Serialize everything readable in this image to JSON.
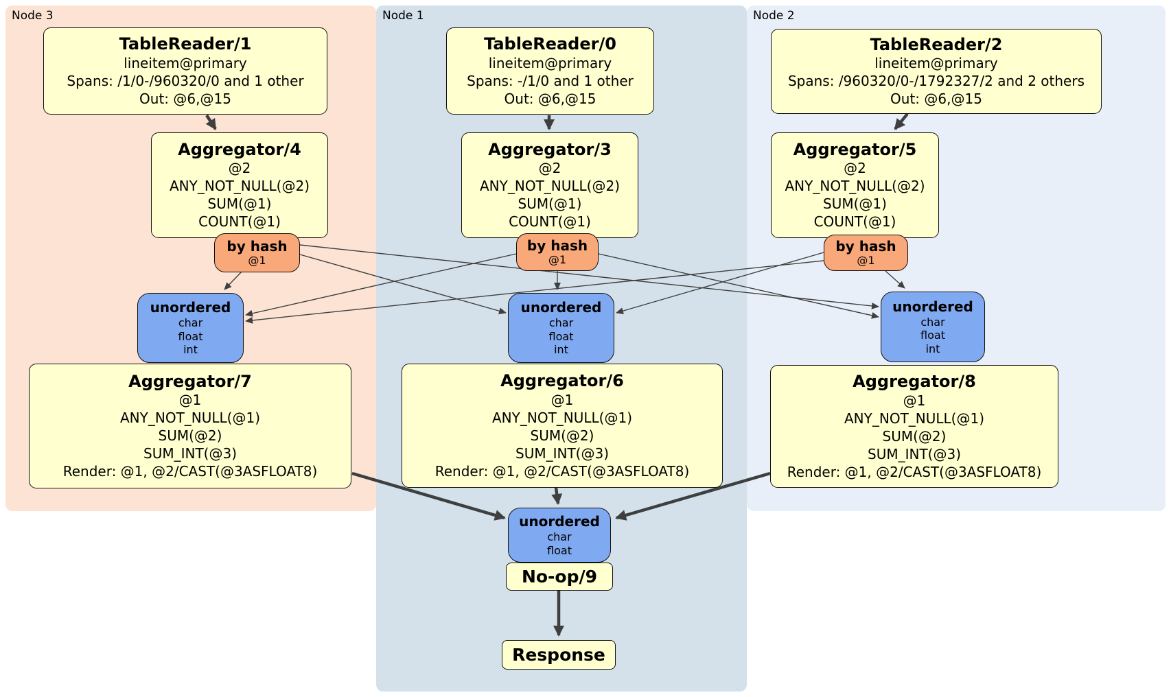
{
  "diagram_type": "distsql-physical-plan",
  "regions": [
    {
      "id": "node3",
      "label": "Node 3"
    },
    {
      "id": "node1",
      "label": "Node 1"
    },
    {
      "id": "node2",
      "label": "Node 2"
    }
  ],
  "nodes": {
    "tr1": {
      "title": "TableReader/1",
      "lines": [
        "lineitem@primary",
        "Spans: /1/0-/960320/0 and 1 other",
        "Out: @6,@15"
      ]
    },
    "tr0": {
      "title": "TableReader/0",
      "lines": [
        "lineitem@primary",
        "Spans: -/1/0 and 1 other",
        "Out: @6,@15"
      ]
    },
    "tr2": {
      "title": "TableReader/2",
      "lines": [
        "lineitem@primary",
        "Spans: /960320/0-/1792327/2 and 2 others",
        "Out: @6,@15"
      ]
    },
    "agg4": {
      "title": "Aggregator/4",
      "lines": [
        "@2",
        "ANY_NOT_NULL(@2)",
        "SUM(@1)",
        "COUNT(@1)"
      ]
    },
    "agg3": {
      "title": "Aggregator/3",
      "lines": [
        "@2",
        "ANY_NOT_NULL(@2)",
        "SUM(@1)",
        "COUNT(@1)"
      ]
    },
    "agg5": {
      "title": "Aggregator/5",
      "lines": [
        "@2",
        "ANY_NOT_NULL(@2)",
        "SUM(@1)",
        "COUNT(@1)"
      ]
    },
    "agg7": {
      "title": "Aggregator/7",
      "lines": [
        "@1",
        "ANY_NOT_NULL(@1)",
        "SUM(@2)",
        "SUM_INT(@3)",
        "Render: @1, @2/CAST(@3ASFLOAT8)"
      ]
    },
    "agg6": {
      "title": "Aggregator/6",
      "lines": [
        "@1",
        "ANY_NOT_NULL(@1)",
        "SUM(@2)",
        "SUM_INT(@3)",
        "Render: @1, @2/CAST(@3ASFLOAT8)"
      ]
    },
    "agg8": {
      "title": "Aggregator/8",
      "lines": [
        "@1",
        "ANY_NOT_NULL(@1)",
        "SUM(@2)",
        "SUM_INT(@3)",
        "Render: @1, @2/CAST(@3ASFLOAT8)"
      ]
    },
    "byhash3": {
      "title": "by hash",
      "sub": "@1"
    },
    "byhash1": {
      "title": "by hash",
      "sub": "@1"
    },
    "byhash2": {
      "title": "by hash",
      "sub": "@1"
    },
    "sync3": {
      "title": "unordered",
      "items": [
        "char",
        "float",
        "int"
      ]
    },
    "sync1": {
      "title": "unordered",
      "items": [
        "char",
        "float",
        "int"
      ]
    },
    "sync2": {
      "title": "unordered",
      "items": [
        "char",
        "float",
        "int"
      ]
    },
    "syncFinal": {
      "title": "unordered",
      "items": [
        "char",
        "float"
      ]
    },
    "noop": {
      "title": "No-op/9"
    },
    "response": {
      "title": "Response"
    }
  },
  "edges": [
    {
      "from": "tr1",
      "to": "agg4",
      "style": "flow"
    },
    {
      "from": "tr0",
      "to": "agg3",
      "style": "flow"
    },
    {
      "from": "tr2",
      "to": "agg5",
      "style": "flow"
    },
    {
      "from": "byhash3",
      "to": "sync3",
      "style": "hash-route"
    },
    {
      "from": "byhash3",
      "to": "sync1",
      "style": "hash-route"
    },
    {
      "from": "byhash3",
      "to": "sync2",
      "style": "hash-route"
    },
    {
      "from": "byhash1",
      "to": "sync3",
      "style": "hash-route"
    },
    {
      "from": "byhash1",
      "to": "sync1",
      "style": "hash-route"
    },
    {
      "from": "byhash1",
      "to": "sync2",
      "style": "hash-route"
    },
    {
      "from": "byhash2",
      "to": "sync3",
      "style": "hash-route"
    },
    {
      "from": "byhash2",
      "to": "sync1",
      "style": "hash-route"
    },
    {
      "from": "byhash2",
      "to": "sync2",
      "style": "hash-route"
    },
    {
      "from": "agg7",
      "to": "syncFinal",
      "style": "flow"
    },
    {
      "from": "agg6",
      "to": "syncFinal",
      "style": "flow"
    },
    {
      "from": "agg8",
      "to": "syncFinal",
      "style": "flow"
    },
    {
      "from": "noop",
      "to": "response",
      "style": "flow"
    }
  ],
  "colors": {
    "node3_bg": "#fce3d4",
    "node1_bg": "#d4e1ea",
    "node2_bg": "#e9eff9",
    "processor_bg": "#ffffcf",
    "router_bg": "#f9a87a",
    "sync_bg": "#7fa9f0",
    "edge": "#3f3f3f",
    "border": "#101010"
  }
}
